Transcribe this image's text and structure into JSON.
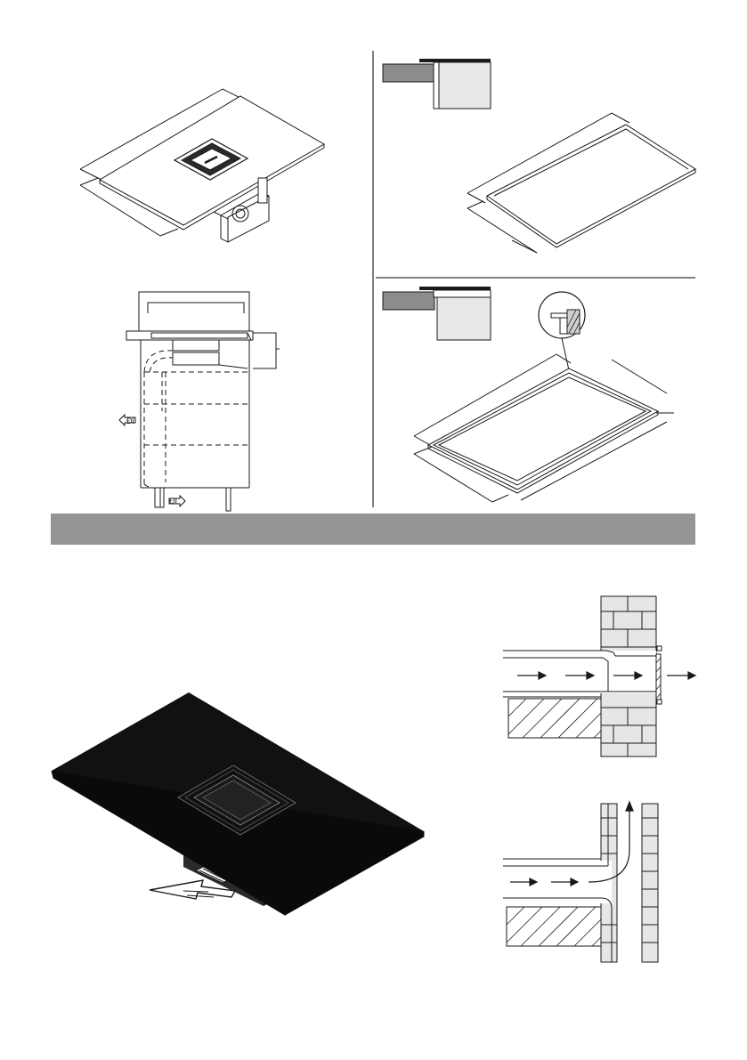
{
  "diagram": {
    "top_left_panel": {
      "figure": "hob-with-downdraft-iso",
      "dims_are_blank": true
    },
    "cabinet_panel": {
      "figure": "cabinet-section-dashed",
      "arrow_labels": [
        "ÐI",
        "ÐI"
      ]
    },
    "flush_mount_panel": {
      "figure": "worktop-cutout-flush"
    },
    "overlay_mount_panel": {
      "figure": "worktop-cutout-rebated"
    },
    "section_band": {
      "color": "#959595",
      "text": ""
    },
    "exhaust_panel": {
      "figure": "black-hob-exhaust",
      "hob_color": "#111111"
    },
    "wall_duct_straight": {
      "figure": "duct-through-wall"
    },
    "wall_duct_upward": {
      "figure": "duct-up-chimney"
    }
  },
  "colors": {
    "line": "#1a1a1a",
    "band_gray": "#959595",
    "swatch_gray": "#8c8c8c",
    "swatch_light": "#e8e8e8",
    "brick_fill": "#e6e6e6"
  }
}
